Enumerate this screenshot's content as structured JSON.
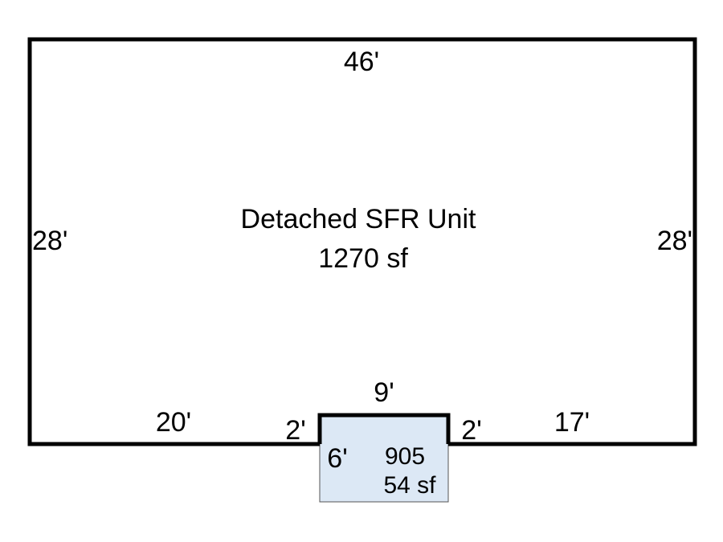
{
  "main_unit": {
    "name": "Detached SFR Unit",
    "area": "1270 sf",
    "dims": {
      "top": "46'",
      "left": "28'",
      "right": "28'",
      "bottom_left": "20'",
      "bottom_right": "17'"
    }
  },
  "addition": {
    "code": "905",
    "area": "54 sf",
    "fill_color": "#dce8f5",
    "dims": {
      "top": "9'",
      "depth": "6'",
      "step_left": "2'",
      "step_right": "2'"
    }
  }
}
